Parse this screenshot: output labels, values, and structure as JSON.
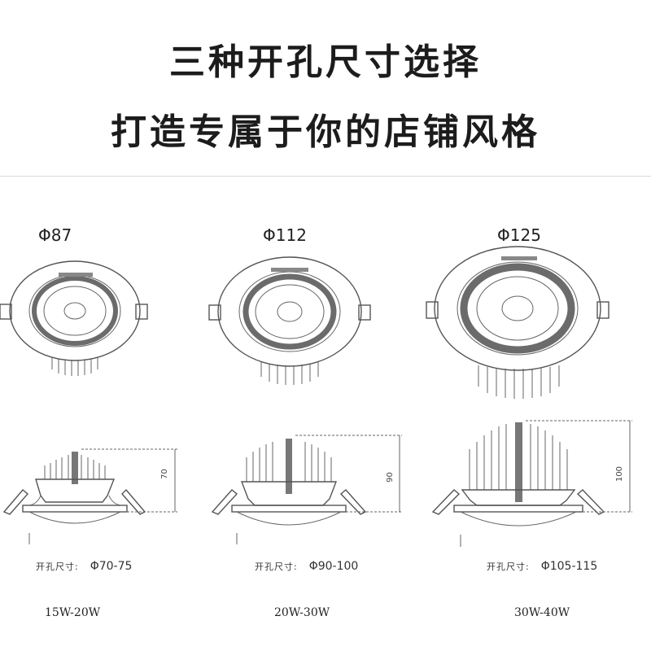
{
  "header": {
    "line1": "三种开孔尺寸选择",
    "line2": "打造专属于你的店铺风格"
  },
  "products": [
    {
      "diameter": "Φ87",
      "height": "70",
      "cutout_label": "开孔尺寸:",
      "cutout": "Φ70-75",
      "wattage": "15W-20W"
    },
    {
      "diameter": "Φ112",
      "height": "90",
      "cutout_label": "开孔尺寸:",
      "cutout": "Φ90-100",
      "wattage": "20W-30W"
    },
    {
      "diameter": "Φ125",
      "height": "100",
      "cutout_label": "开孔尺寸:",
      "cutout": "Φ105-115",
      "wattage": "30W-40W"
    }
  ],
  "colors": {
    "line": "#555555",
    "dark_ring": "#6b6b6b",
    "text": "#222222"
  },
  "icons": [
    "downlight-top-view-icon",
    "downlight-side-view-icon"
  ]
}
